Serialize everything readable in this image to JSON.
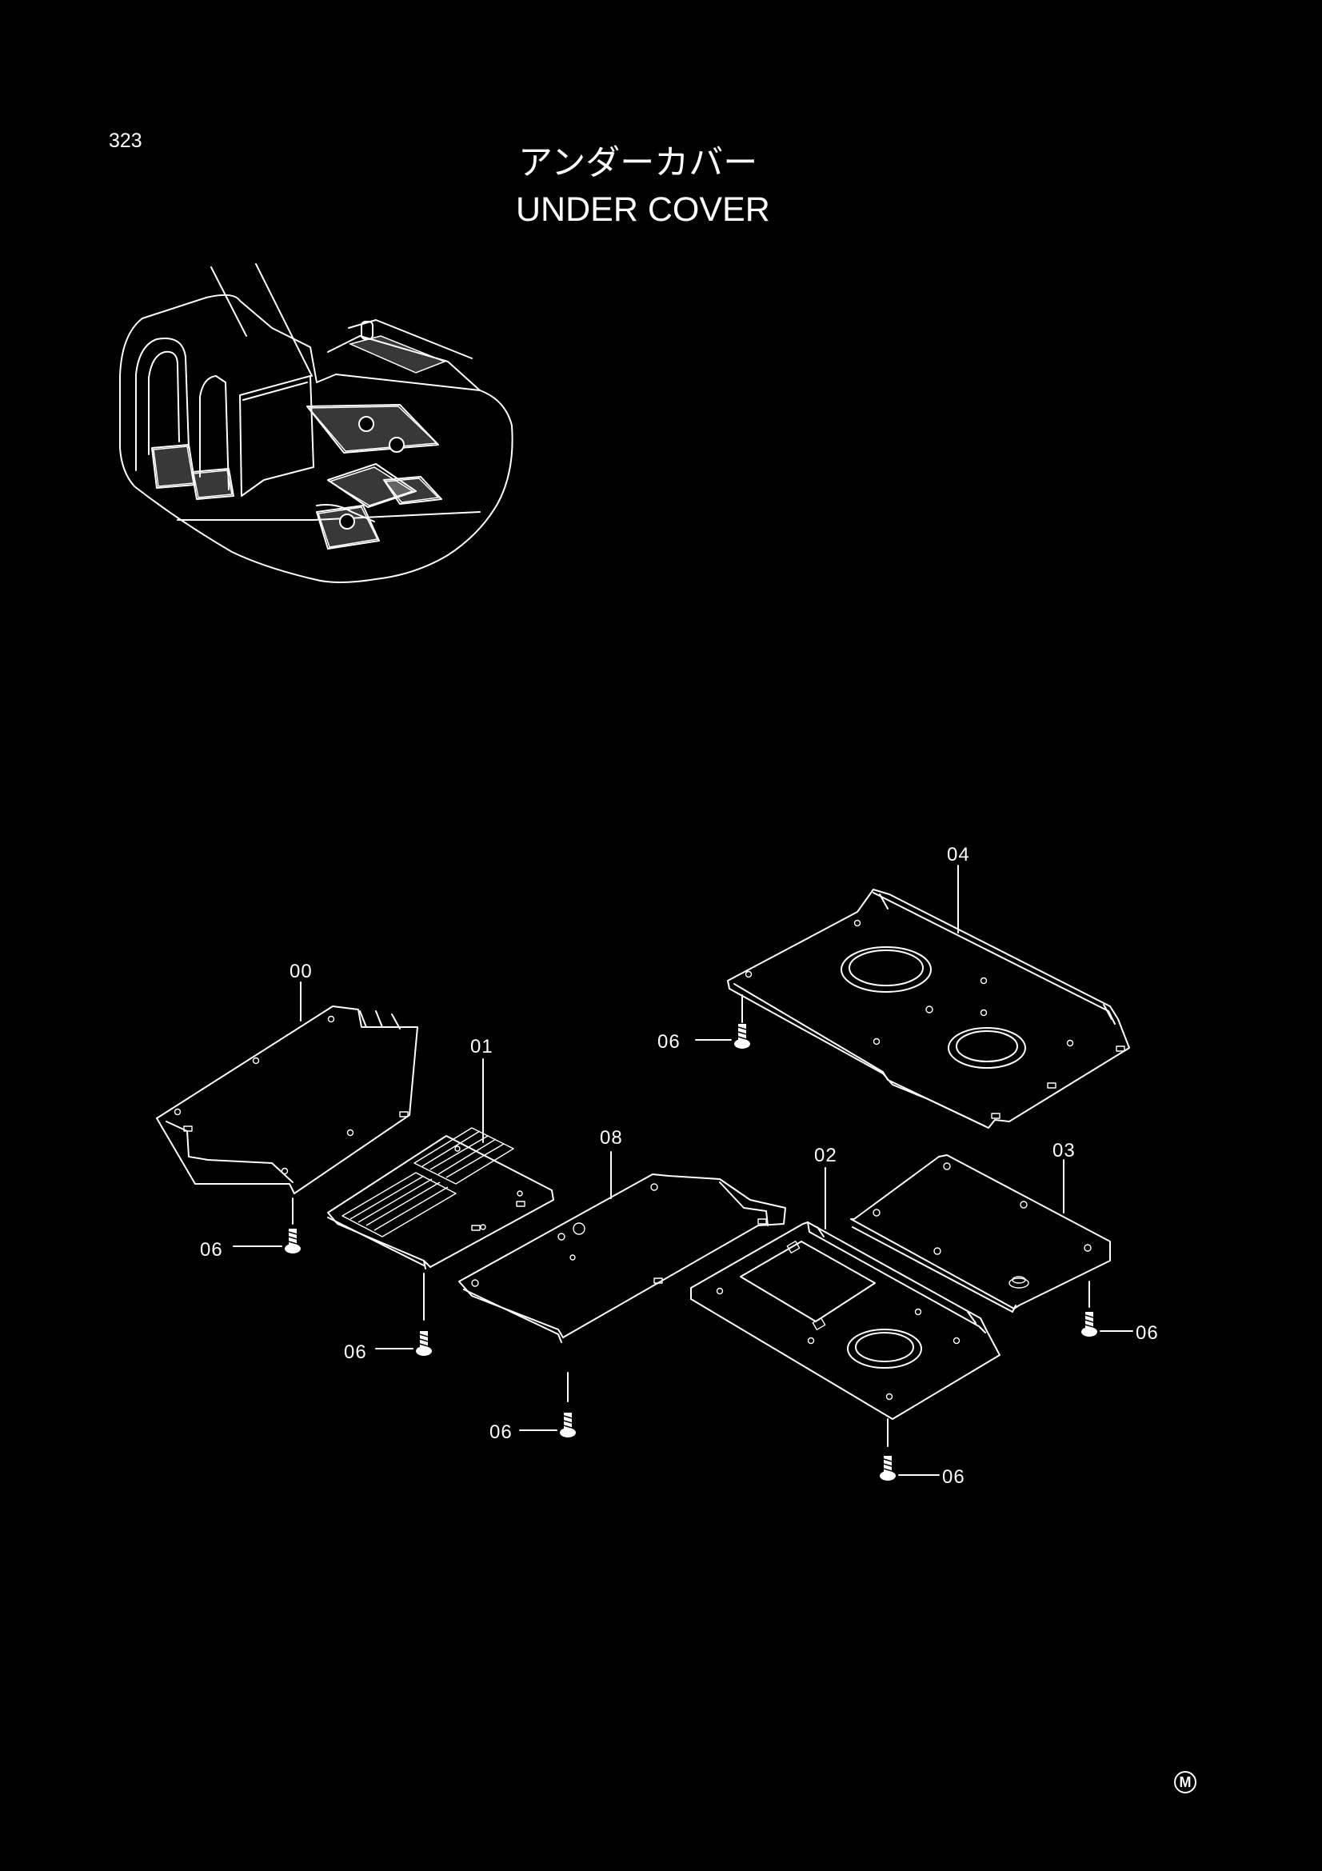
{
  "page": {
    "number": "323",
    "background": "#000000",
    "line_color": "#ffffff"
  },
  "title": {
    "japanese": "アンダーカバー",
    "english": "UNDER COVER"
  },
  "parts": {
    "p00": "00",
    "p01": "01",
    "p02": "02",
    "p03": "03",
    "p04": "04",
    "p08": "08",
    "bolt": "06"
  },
  "footer": {
    "mark": "M"
  }
}
